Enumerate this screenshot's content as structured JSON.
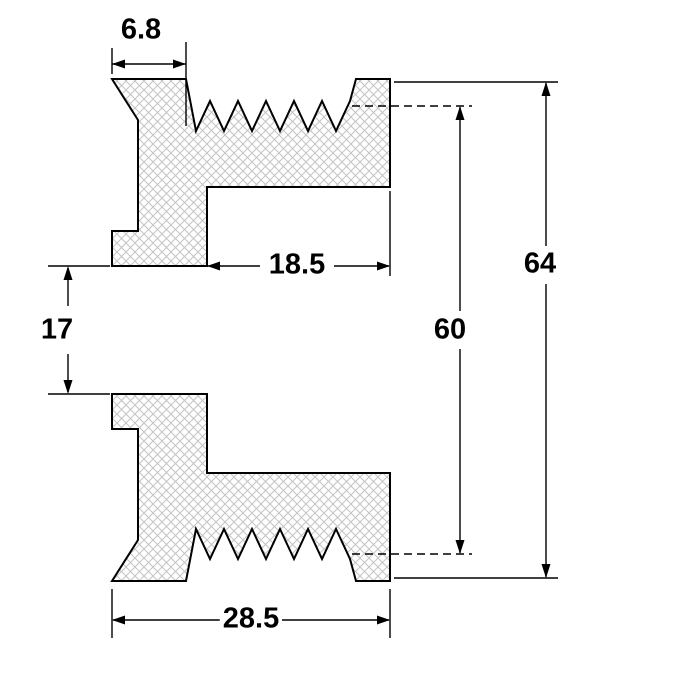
{
  "dimensions": {
    "top_flange_width": "6.8",
    "inner_step_width": "18.5",
    "left_gap_height": "17",
    "rib_span_height": "60",
    "overall_height": "64",
    "overall_width": "28.5"
  },
  "colors": {
    "outline": "#000000",
    "hatch_lines": "#c4c4c4",
    "background": "#ffffff"
  }
}
